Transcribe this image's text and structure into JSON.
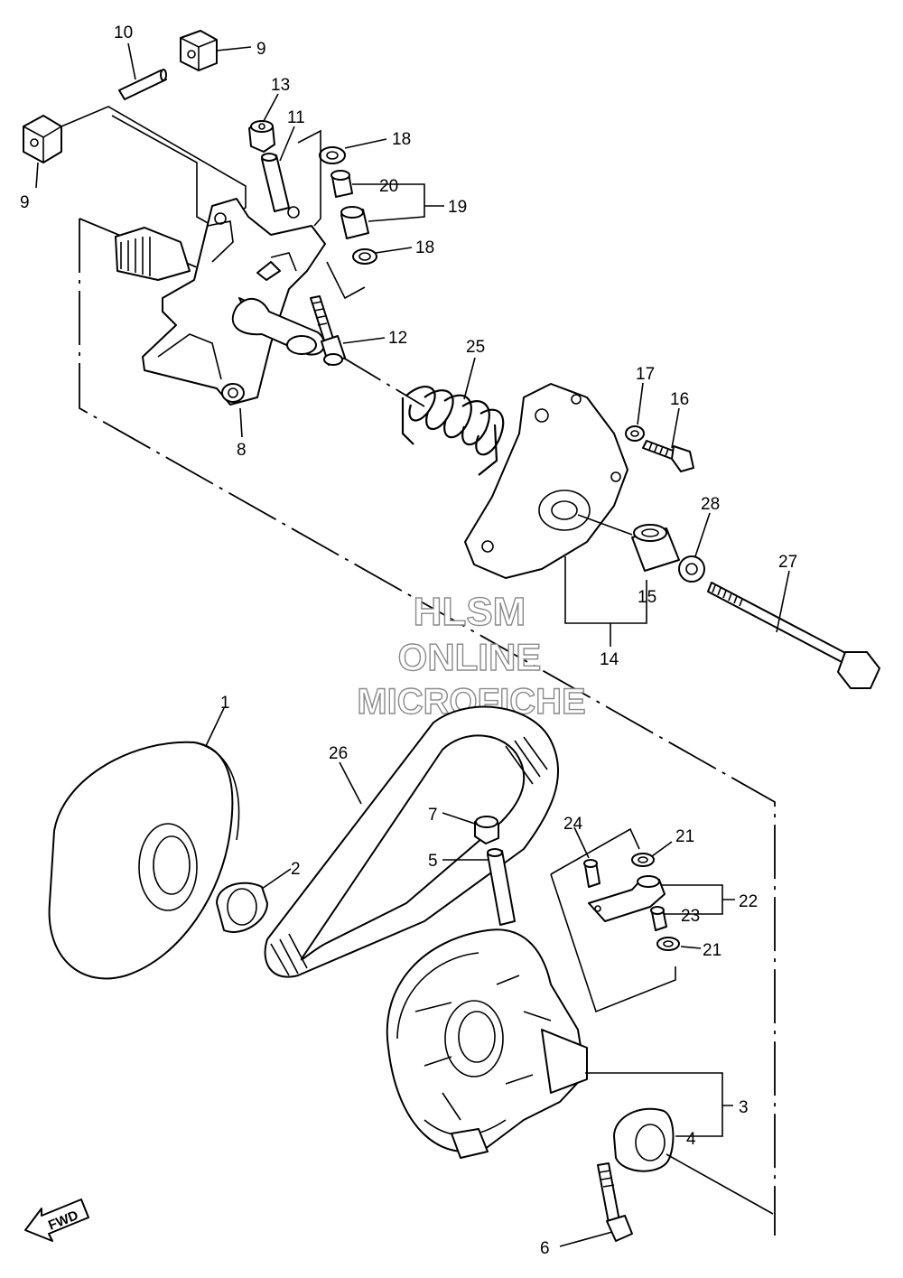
{
  "watermark": {
    "line1": "HLSM",
    "line2": "ONLINE",
    "line3": "MICROFICHE"
  },
  "direction_label": "FWD",
  "callouts": [
    {
      "id": "c10",
      "text": "10"
    },
    {
      "id": "c9a",
      "text": "9"
    },
    {
      "id": "c9b",
      "text": "9"
    },
    {
      "id": "c13",
      "text": "13"
    },
    {
      "id": "c11",
      "text": "11"
    },
    {
      "id": "c18a",
      "text": "18"
    },
    {
      "id": "c20",
      "text": "20"
    },
    {
      "id": "c19",
      "text": "19"
    },
    {
      "id": "c18b",
      "text": "18"
    },
    {
      "id": "c12",
      "text": "12"
    },
    {
      "id": "c25",
      "text": "25"
    },
    {
      "id": "c8",
      "text": "8"
    },
    {
      "id": "c17",
      "text": "17"
    },
    {
      "id": "c16",
      "text": "16"
    },
    {
      "id": "c28",
      "text": "28"
    },
    {
      "id": "c27",
      "text": "27"
    },
    {
      "id": "c15",
      "text": "15"
    },
    {
      "id": "c14",
      "text": "14"
    },
    {
      "id": "c1",
      "text": "1"
    },
    {
      "id": "c26",
      "text": "26"
    },
    {
      "id": "c2",
      "text": "2"
    },
    {
      "id": "c7",
      "text": "7"
    },
    {
      "id": "c5",
      "text": "5"
    },
    {
      "id": "c24",
      "text": "24"
    },
    {
      "id": "c21a",
      "text": "21"
    },
    {
      "id": "c22",
      "text": "22"
    },
    {
      "id": "c23",
      "text": "23"
    },
    {
      "id": "c21b",
      "text": "21"
    },
    {
      "id": "c3",
      "text": "3"
    },
    {
      "id": "c4",
      "text": "4"
    },
    {
      "id": "c6",
      "text": "6"
    }
  ]
}
